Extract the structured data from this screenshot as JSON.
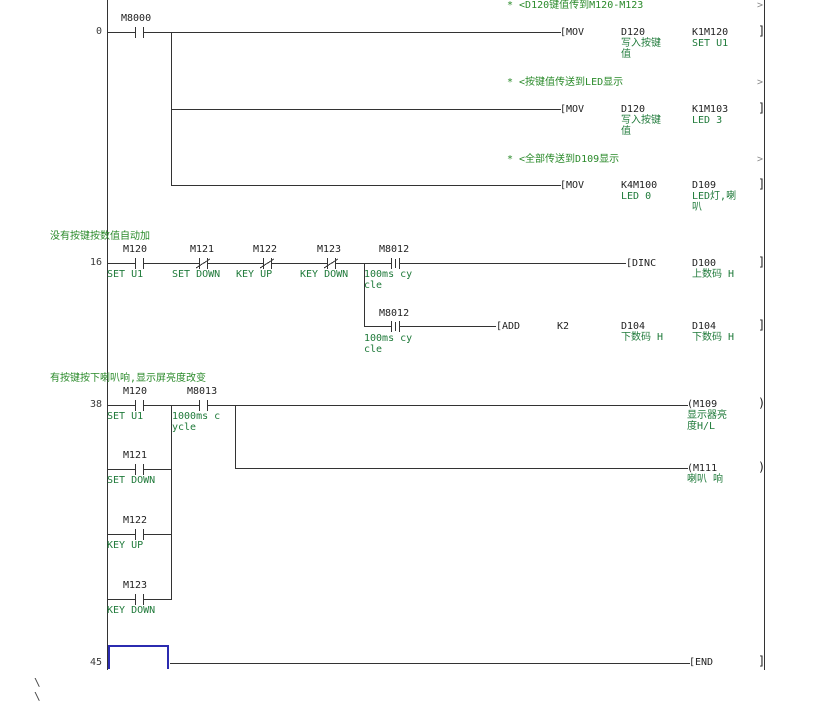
{
  "step_numbers": [
    "0",
    "16",
    "38",
    "45"
  ],
  "comments": [
    "没有按键按数值自动加",
    "有按键按下喇叭响,显示屏亮度改变"
  ],
  "rung0": {
    "contact": "M8000",
    "notes": [
      "* <D120键值传到M120-M123",
      "* <按键值传送到LED显示",
      "* <全部传送到D109显示"
    ],
    "mov1": {
      "inst": "[MOV",
      "src": "D120",
      "src_c1": "写入按键",
      "src_c2": "值",
      "dst": "K1M120",
      "dst_c1": "SET U1"
    },
    "mov2": {
      "inst": "[MOV",
      "src": "D120",
      "src_c1": "写入按键",
      "src_c2": "值",
      "dst": "K1M103",
      "dst_c1": "LED 3"
    },
    "mov3": {
      "inst": "[MOV",
      "src": "K4M100",
      "src_c1": "LED 0",
      "dst": "D109",
      "dst_c1": "LED灯,喇",
      "dst_c2": "叭"
    }
  },
  "rung16": {
    "contacts": [
      {
        "dev": "M120",
        "cmt": "SET U1"
      },
      {
        "dev": "M121",
        "cmt": "SET DOWN"
      },
      {
        "dev": "M122",
        "cmt": "KEY UP"
      },
      {
        "dev": "M123",
        "cmt": "KEY DOWN"
      },
      {
        "dev": "M8012",
        "cmt1": "100ms cy",
        "cmt2": "cle"
      }
    ],
    "branch_contact": {
      "dev": "M8012",
      "cmt1": "100ms cy",
      "cmt2": "cle"
    },
    "dinc": {
      "inst": "[DINC",
      "op": "D100",
      "op_c": "上数码 H"
    },
    "add": {
      "inst": "[ADD",
      "k": "K2",
      "s": "D104",
      "s_c": "下数码 H",
      "d": "D104",
      "d_c": "下数码 H"
    }
  },
  "rung38": {
    "c1": {
      "dev": "M120",
      "cmt": "SET U1"
    },
    "c2": {
      "dev": "M8013",
      "cmt1": "1000ms c",
      "cmt2": "ycle"
    },
    "parallel": [
      {
        "dev": "M121",
        "cmt": "SET DOWN"
      },
      {
        "dev": "M122",
        "cmt": "KEY UP"
      },
      {
        "dev": "M123",
        "cmt": "KEY DOWN"
      }
    ],
    "coil1": {
      "dev": "(M109",
      "c1": "显示器亮",
      "c2": "度H/L"
    },
    "coil2": {
      "dev": "(M111",
      "c1": "喇叭 响"
    }
  },
  "end_rung": {
    "inst": "[END"
  },
  "right_marks": {
    "bracket": "]",
    "angle": ">",
    "paren": ")"
  },
  "stray_marks": [
    "\\",
    "\\"
  ]
}
